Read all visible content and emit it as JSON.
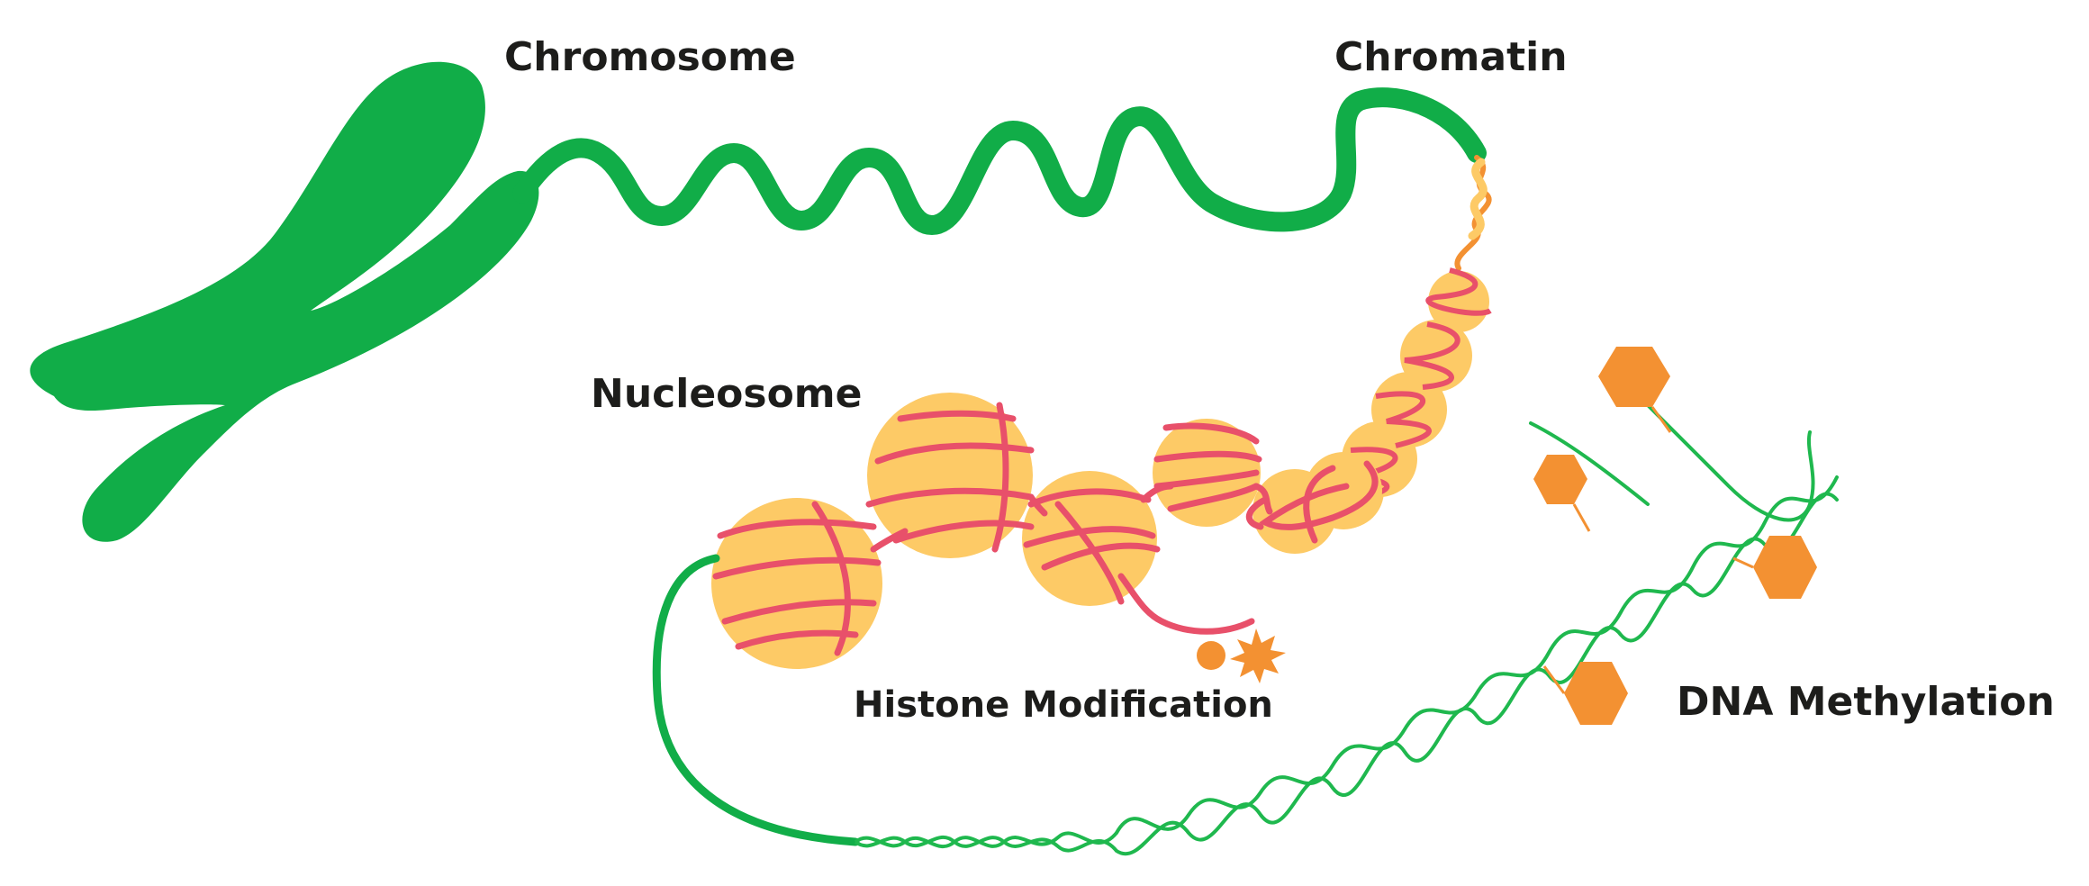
{
  "labels": {
    "chromosome": "Chromosome",
    "chromatin": "Chromatin",
    "nucleosome": "Nucleosome",
    "histone_modification": "Histone Modification",
    "dna_methylation": "DNA Methylation"
  },
  "colors": {
    "chromosome_green": "#11ad48",
    "dna_light_green": "#1fb84e",
    "nucleosome_yellow": "#fdca66",
    "histone_tail_pink": "#e8506a",
    "methyl_orange": "#f39132",
    "text": "#1d1d1b"
  },
  "icons": {
    "histone_marks": [
      "circle-mark-icon",
      "starburst-mark-icon"
    ],
    "methyl_group": "hexagon-icon"
  }
}
